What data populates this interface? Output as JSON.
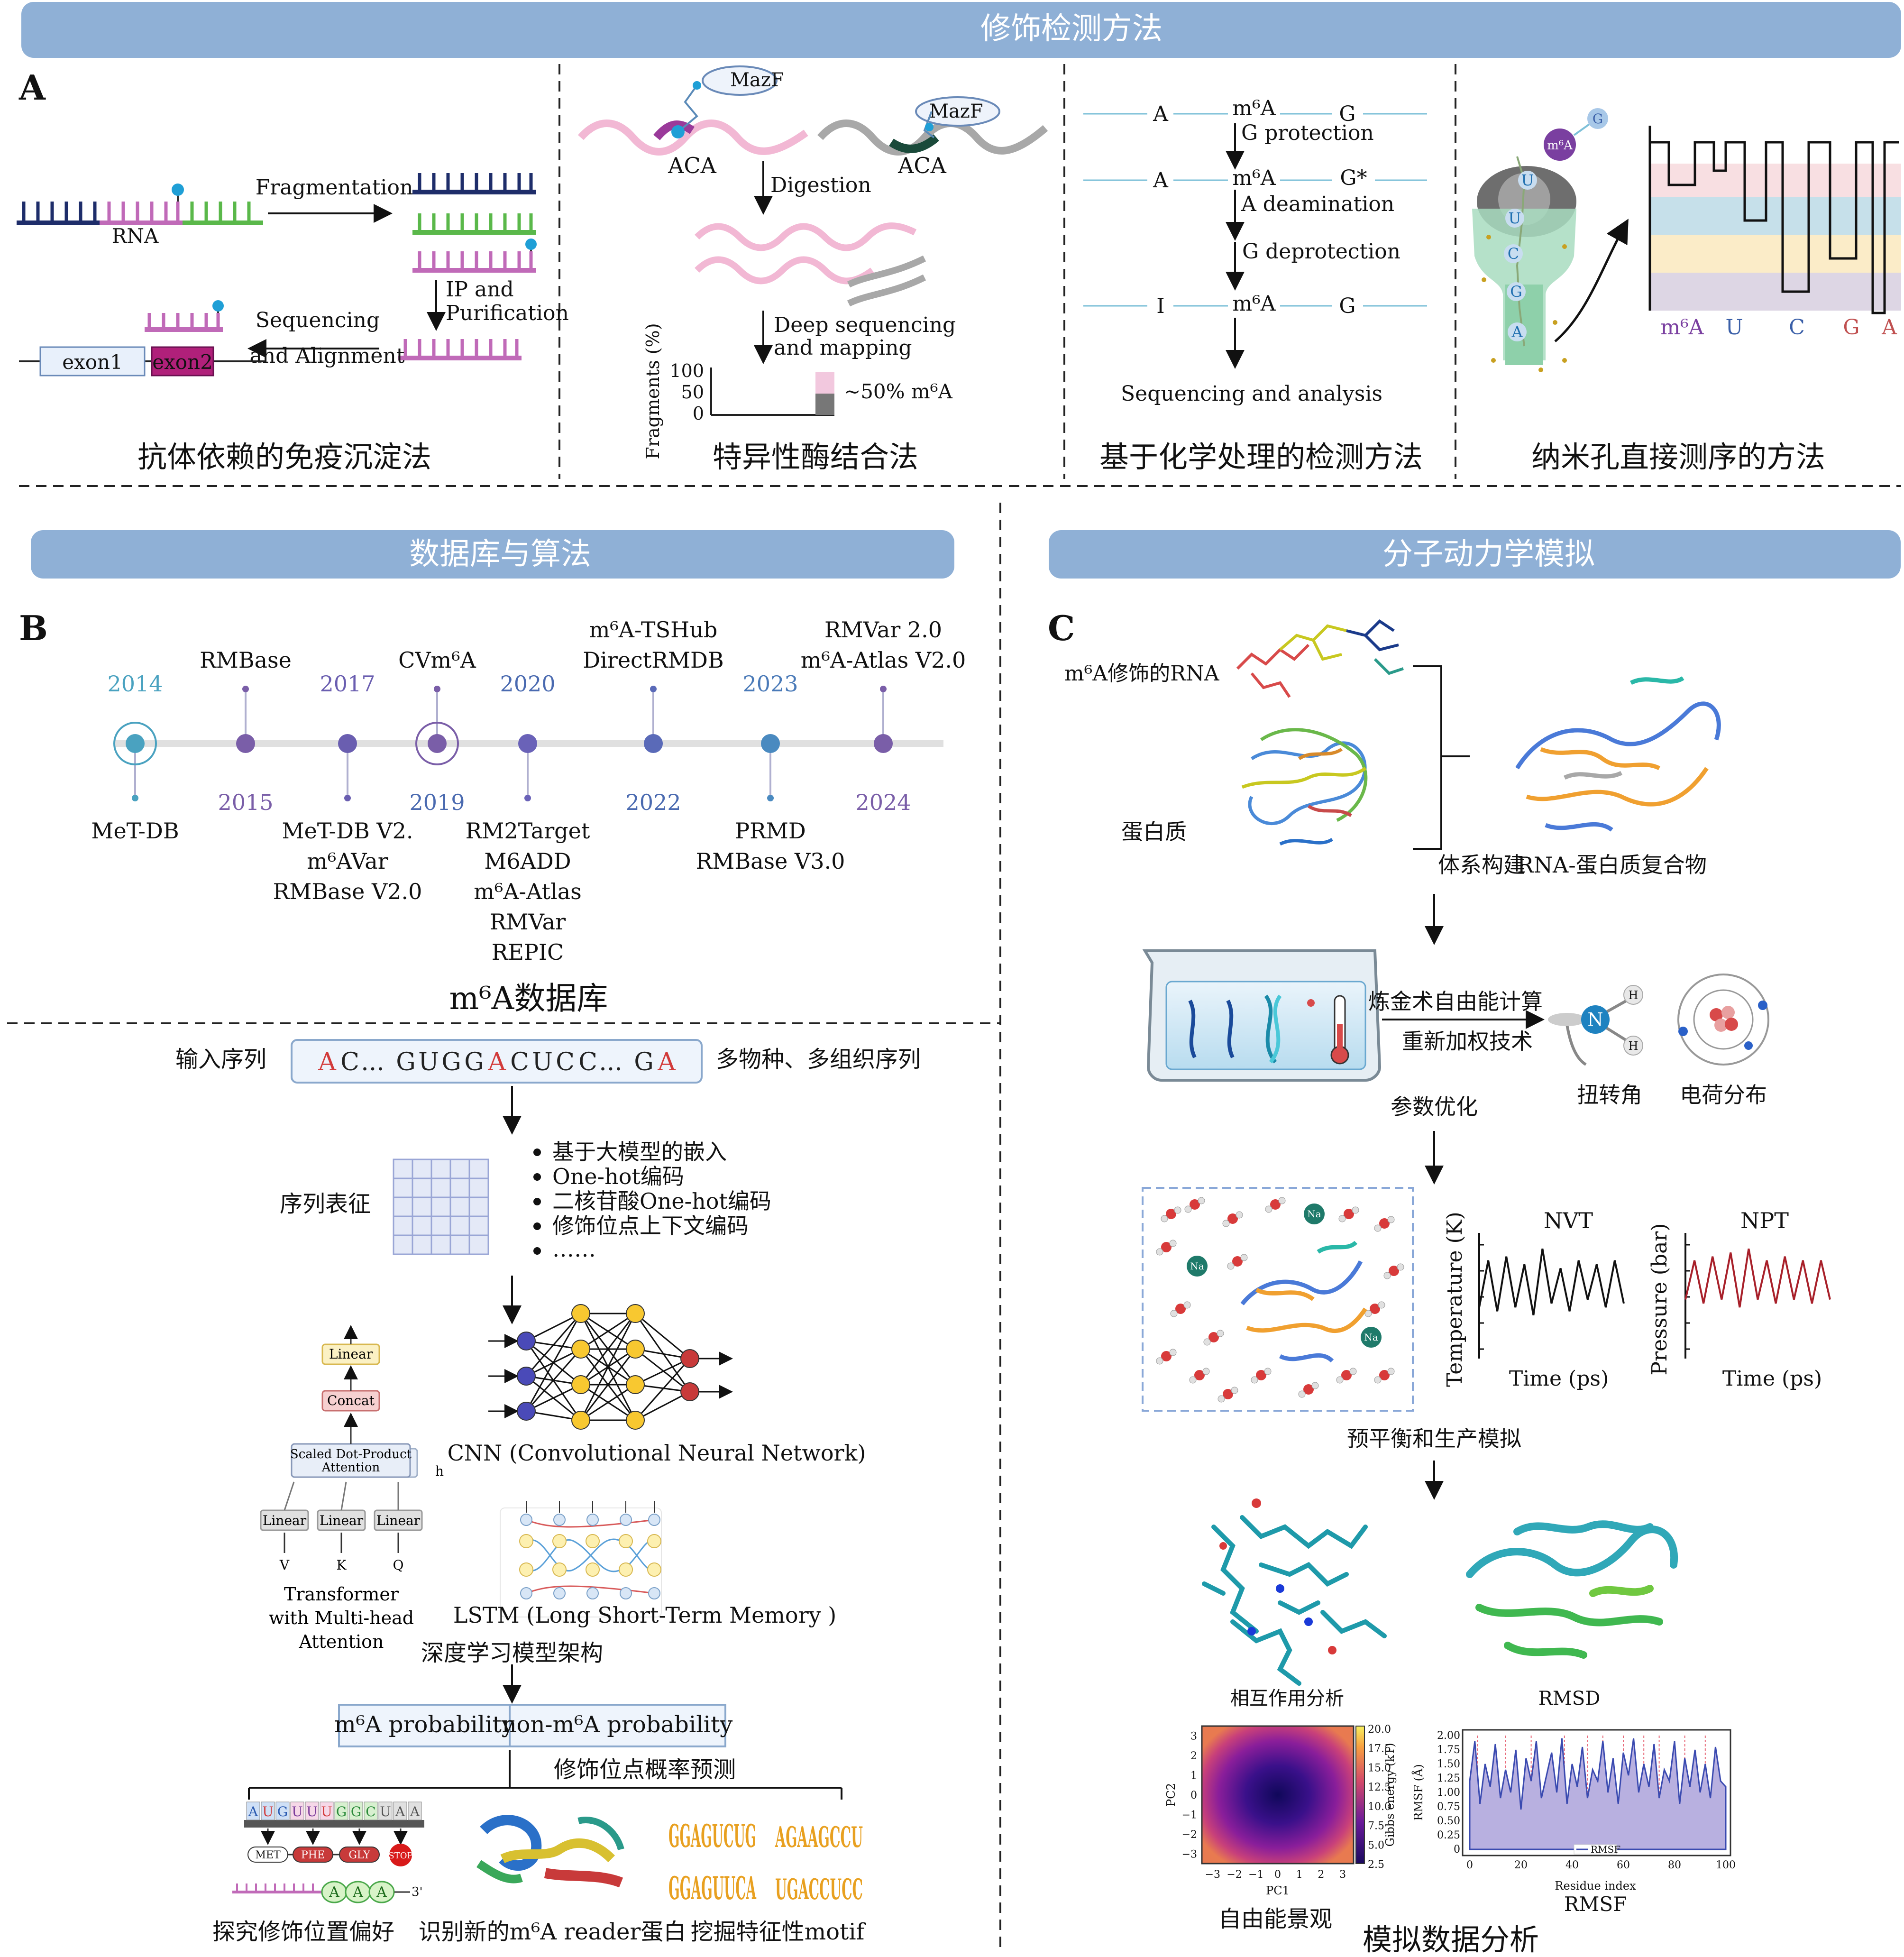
{
  "headers": {
    "top": "修饰检测方法",
    "database": "数据库与算法",
    "md": "分子动力学模拟"
  },
  "panel_letters": {
    "a": "A",
    "b": "B",
    "c": "C"
  },
  "panel_a": {
    "ip": {
      "rna": "RNA",
      "fragmentation": "Fragmentation",
      "ip_line1": "IP and",
      "ip_line2": "Purification",
      "seq_line1": "Sequencing",
      "seq_line2": "and Alignment",
      "exon1": "exon1",
      "exon2": "exon2",
      "caption": "抗体依赖的免疫沉淀法"
    },
    "enzyme": {
      "mazf": "MazF",
      "aca": "ACA",
      "digestion": "Digestion",
      "deep_line1": "Deep sequencing",
      "deep_line2": "and mapping",
      "ylabel": "Fragments (%)",
      "ticks": [
        "100",
        "50",
        "0"
      ],
      "note": "~50% m⁶A",
      "caption": "特异性酶结合法"
    },
    "chem": {
      "a": "A",
      "i": "I",
      "m6a": "m⁶A",
      "g": "G",
      "gstar": "G*",
      "step1": "G protection",
      "step2": "A deamination",
      "step3": "G deprotection",
      "final": "Sequencing and analysis",
      "caption": "基于化学处理的检测方法"
    },
    "nano": {
      "bases": [
        "U",
        "U",
        "C",
        "G",
        "A"
      ],
      "bead_m6a": "m⁶A",
      "bead_g": "G",
      "signal_labels": [
        "m⁶A",
        "U",
        "C",
        "G",
        "A"
      ],
      "label_colors": [
        "#7a3fa0",
        "#3a5fa8",
        "#3a5fa8",
        "#c05050",
        "#c05050"
      ],
      "caption": "纳米孔直接测序的方法"
    }
  },
  "panel_b": {
    "timeline": {
      "years_above": [
        "2014",
        "2017",
        "2020",
        "2023"
      ],
      "years_below": [
        "2015",
        "2019",
        "2022",
        "2024"
      ],
      "db_above": [
        [
          "RMBase"
        ],
        [
          "CVm⁶A"
        ],
        [
          "m⁶A-TSHub",
          "DirectRMDB"
        ],
        [
          "RMVar 2.0",
          "m⁶A-Atlas V2.0"
        ]
      ],
      "db_below": [
        [
          "MeT-DB"
        ],
        [
          "MeT-DB V2.",
          "m⁶AVar",
          "RMBase V2.0"
        ],
        [
          "RM2Target",
          "M6ADD",
          "m⁶A-Atlas",
          "RMVar",
          "REPIC"
        ],
        [
          "PRMD",
          "RMBase V3.0"
        ]
      ],
      "caption": "m⁶A数据库"
    },
    "pipeline": {
      "input_label": "输入序列",
      "sequence": [
        "A",
        "C",
        "...",
        "G",
        "U",
        "G",
        "G",
        "A",
        "C",
        "U",
        "C",
        "C",
        "...",
        "G",
        "A"
      ],
      "seq_red": [
        true,
        false,
        false,
        false,
        false,
        false,
        false,
        true,
        false,
        false,
        false,
        false,
        false,
        false,
        true
      ],
      "multi_species": "多物种、多组织序列",
      "repr_label": "序列表征",
      "bullets": [
        "基于大模型的嵌入",
        "One-hot编码",
        "二核苷酸One-hot编码",
        "修饰位点上下文编码",
        "……"
      ],
      "transformer": {
        "linear": "Linear",
        "concat": "Concat",
        "attn_line1": "Scaled Dot-Product",
        "attn_line2": "Attention",
        "h": "h",
        "v": "V",
        "k": "K",
        "q": "Q",
        "caption_line1": "Transformer",
        "caption_line2": "with Multi-head",
        "caption_line3": "Attention"
      },
      "cnn_caption": "CNN (Convolutional Neural Network)",
      "lstm_caption": "LSTM (Long Short-Term Memory )",
      "dl_caption": "深度学习模型架构",
      "prob_m6a": "m⁶A probability",
      "prob_non": "non-m⁶A probability",
      "prob_caption": "修饰位点概率预测",
      "codons": [
        "A",
        "U",
        "G",
        "U",
        "U",
        "U",
        "G",
        "G",
        "C",
        "U",
        "A",
        "A"
      ],
      "aminos": [
        "MET",
        "PHE",
        "GLY",
        "STOP"
      ],
      "polya": [
        "A",
        "A",
        "A"
      ],
      "three_prime": "3'",
      "motifs": [
        "GGAGUCUG",
        "AGAAGCCU",
        "GGAGUUCA",
        "UGACCUCC"
      ],
      "app_captions": [
        "探究修饰位置偏好",
        "识别新的m⁶A reader蛋白",
        "挖掘特征性motif"
      ]
    }
  },
  "panel_c": {
    "rna_label": "m⁶A修饰的RNA",
    "protein_label": "蛋白质",
    "build_label": "体系构建",
    "complex_label": "RNA-蛋白质复合物",
    "fep_label": "炼金术自由能计算",
    "reweight_label": "重新加权技术",
    "param_label": "参数优化",
    "dihedral_label": "扭转角",
    "charge_label": "电荷分布",
    "n_atom": "N",
    "h_atom": "H",
    "na": "Na",
    "nvt": "NVT",
    "npt": "NPT",
    "temp_ylabel": "Temperature (K)",
    "press_ylabel": "Pressure (bar)",
    "time_xlabel": "Time (ps)",
    "equil_label": "预平衡和生产模拟",
    "interaction_label": "相互作用分析",
    "rmsd_label": "RMSD",
    "fel": {
      "xlabel": "PC1",
      "ylabel": "PC2",
      "xticks": [
        "−3",
        "−2",
        "−1",
        "0",
        "1",
        "2",
        "3"
      ],
      "yticks": [
        "3",
        "2",
        "1",
        "0",
        "−1",
        "−2",
        "−3"
      ],
      "cbar_ticks": [
        "20.0",
        "17.5",
        "15.0",
        "12.5",
        "10.0",
        "7.5",
        "5.0",
        "2.5"
      ],
      "cbar_label": "Gibbs energy (kT)",
      "caption": "自由能景观"
    },
    "rmsf": {
      "ylabel": "RMSF (Å)",
      "xlabel": "Residue index",
      "yticks": [
        "2.00",
        "1.75",
        "1.50",
        "1.25",
        "1.00",
        "0.75",
        "0.50",
        "0.25",
        "0"
      ],
      "xticks": [
        "0",
        "20",
        "40",
        "60",
        "80",
        "100"
      ],
      "legend": "RMSF",
      "caption": "RMSF"
    },
    "analysis_caption": "模拟数据分析"
  },
  "chart_data": [
    {
      "type": "bar",
      "categories": [
        "m⁶A"
      ],
      "values": [
        50
      ],
      "ylabel": "Fragments (%)",
      "ylim": [
        0,
        100
      ],
      "title": ""
    },
    {
      "type": "line",
      "title": "NVT",
      "xlabel": "Time (ps)",
      "ylabel": "Temperature (K)",
      "series": [
        {
          "values": [
            0.2,
            0.8,
            0.15,
            0.85,
            0.2,
            0.75,
            0.1,
            0.95,
            0.25,
            0.7,
            0.15,
            0.8,
            0.3,
            0.75,
            0.2,
            0.8,
            0.25
          ]
        }
      ]
    },
    {
      "type": "line",
      "title": "NPT",
      "xlabel": "Time (ps)",
      "ylabel": "Pressure (bar)",
      "series": [
        {
          "values": [
            0.3,
            0.8,
            0.25,
            0.85,
            0.3,
            0.9,
            0.2,
            0.95,
            0.3,
            0.8,
            0.25,
            0.85,
            0.3,
            0.8,
            0.25,
            0.8,
            0.3
          ]
        }
      ]
    },
    {
      "type": "heatmap",
      "title": "",
      "xlabel": "PC1",
      "ylabel": "PC2",
      "xlim": [
        -3.5,
        3.5
      ],
      "ylim": [
        -3.5,
        3.5
      ],
      "colorbar_range": [
        2.5,
        20.0
      ],
      "colorbar_label": "Gibbs energy (kT)"
    },
    {
      "type": "area",
      "title": "",
      "xlabel": "Residue index",
      "ylabel": "RMSF (Å)",
      "xlim": [
        0,
        100
      ],
      "ylim": [
        0,
        2.0
      ],
      "series": [
        {
          "name": "RMSF",
          "x": [
            0,
            2,
            4,
            6,
            8,
            10,
            12,
            14,
            16,
            18,
            20,
            22,
            24,
            26,
            28,
            30,
            32,
            34,
            36,
            38,
            40,
            42,
            44,
            46,
            48,
            50,
            52,
            54,
            56,
            58,
            60,
            62,
            64,
            66,
            68,
            70,
            72,
            74,
            76,
            78,
            80,
            82,
            84,
            86,
            88,
            90,
            92,
            94,
            96,
            98,
            100
          ],
          "values": [
            1.2,
            1.9,
            0.8,
            1.5,
            1.1,
            1.85,
            0.9,
            1.4,
            1.0,
            1.75,
            0.7,
            1.6,
            1.2,
            1.9,
            0.9,
            1.3,
            1.7,
            1.0,
            1.95,
            0.8,
            1.5,
            1.1,
            1.8,
            0.9,
            1.4,
            1.2,
            1.9,
            1.0,
            1.6,
            0.8,
            1.7,
            1.3,
            1.95,
            1.0,
            1.5,
            1.1,
            1.85,
            0.9,
            1.4,
            1.2,
            1.9,
            0.8,
            1.6,
            1.1,
            1.75,
            1.0,
            1.5,
            0.9,
            1.8,
            1.2,
            1.1
          ]
        }
      ]
    }
  ]
}
